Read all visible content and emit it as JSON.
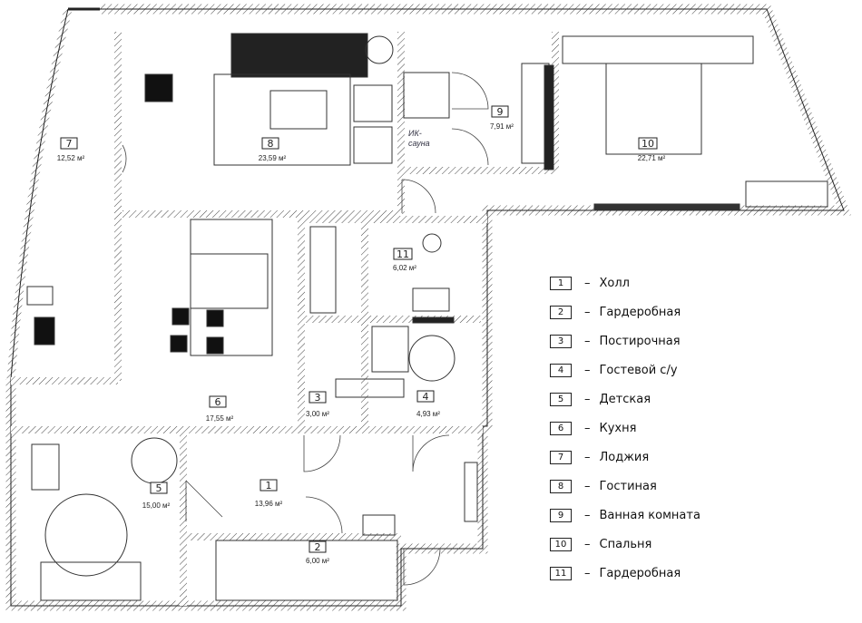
{
  "rooms": [
    {
      "num": "1",
      "area": "13,96 м²",
      "name": "Холл"
    },
    {
      "num": "2",
      "area": "6,00 м²",
      "name": "Гардеробная"
    },
    {
      "num": "3",
      "area": "3,00 м²",
      "name": "Постирочная"
    },
    {
      "num": "4",
      "area": "4,93 м²",
      "name": "Гостевой с/у"
    },
    {
      "num": "5",
      "area": "15,00 м²",
      "name": "Детская"
    },
    {
      "num": "6",
      "area": "17,55 м²",
      "name": "Кухня"
    },
    {
      "num": "7",
      "area": "12,52 м²",
      "name": "Лоджия"
    },
    {
      "num": "8",
      "area": "23,59 м²",
      "name": "Гостиная"
    },
    {
      "num": "9",
      "area": "7,91 м²",
      "name": "Ванная комната"
    },
    {
      "num": "10",
      "area": "22,71 м²",
      "name": "Спальня"
    },
    {
      "num": "11",
      "area": "6,02 м²",
      "name": "Гардеробная"
    }
  ],
  "sauna_label": [
    "ИК-",
    "сауна"
  ],
  "legend_dash": "–"
}
